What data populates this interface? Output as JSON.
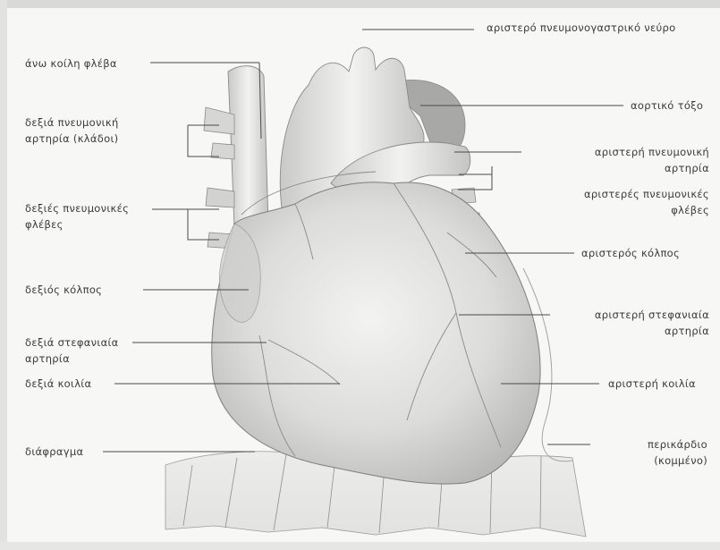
{
  "labels": {
    "left_vagus": "αριστερό πνευμονογαστρικό νεύρο",
    "svc": "άνω κοίλη φλέβα",
    "right_pa_1": "δεξιά πνευμονική",
    "right_pa_2": "αρτηρία (κλάδοι)",
    "aortic_arch": "αορτικό τόξο",
    "left_pa_1": "αριστερή πνευμονική",
    "left_pa_2": "αρτηρία",
    "right_pv_1": "δεξιές πνευμονικές",
    "right_pv_2": "φλέβες",
    "left_pv_1": "αριστερές πνευμονικές",
    "left_pv_2": "φλέβες",
    "left_atrium": "αριστερός κόλπος",
    "right_atrium": "δεξιός κόλπος",
    "left_coronary_1": "αριστερή στεφανιαία",
    "left_coronary_2": "αρτηρία",
    "right_coronary_1": "δεξιά στεφανιαία",
    "right_coronary_2": "αρτηρία",
    "right_ventricle": "δεξιά κοιλία",
    "left_ventricle": "αριστερή κοιλία",
    "diaphragm": "διάφραγμα",
    "pericardium_1": "περικάρδιο",
    "pericardium_2": "(κομμένο)"
  }
}
